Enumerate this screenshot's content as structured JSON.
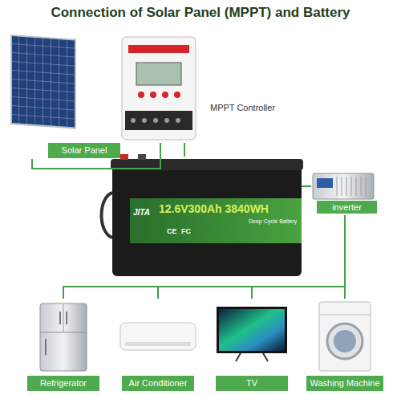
{
  "diagram": {
    "title": "Connection of Solar Panel (MPPT) and Battery",
    "nodes": [
      {
        "text": [
          "Solar Panel"
        ]
      },
      {
        "text": [
          "MPPT Controller"
        ]
      },
      {
        "text": [
          "JITA",
          "12.6V300Ah 3840WH",
          "Deep Cycle Battery",
          "CE",
          "FC"
        ]
      },
      {
        "text": [
          "inverter"
        ]
      },
      {
        "text": [
          "Refrigerator"
        ]
      },
      {
        "text": [
          "Air Conditioner"
        ]
      },
      {
        "text": [
          "TV"
        ]
      },
      {
        "text": [
          "Washing Machine"
        ]
      }
    ],
    "edges": [
      {
        "from": 0,
        "to": 1,
        "arrow": "none"
      },
      {
        "from": 1,
        "to": 2,
        "arrow": "none"
      },
      {
        "from": 2,
        "to": 3,
        "arrow": "none"
      },
      {
        "from": 3,
        "to": 4,
        "arrow": "none"
      },
      {
        "from": 3,
        "to": 5,
        "arrow": "none"
      },
      {
        "from": 3,
        "to": 6,
        "arrow": "none"
      },
      {
        "from": 3,
        "to": 7,
        "arrow": "none"
      }
    ]
  }
}
